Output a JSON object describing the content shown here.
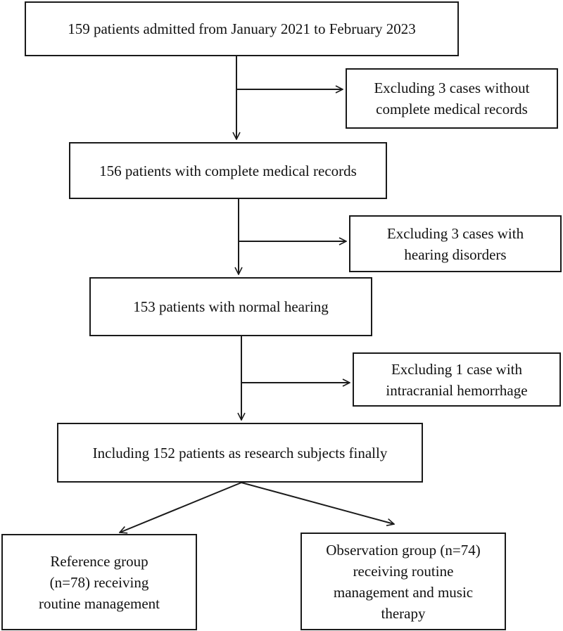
{
  "flowchart": {
    "steps": {
      "admitted": {
        "label": "159 patients admitted from January 2021 to February 2023"
      },
      "complete_records": {
        "label": "156 patients with complete medical records"
      },
      "normal_hearing": {
        "label": "153 patients with normal hearing"
      },
      "included": {
        "label": "Including 152 patients as research subjects finally"
      }
    },
    "exclusions": {
      "incomplete_records": {
        "lines": [
          "Excluding 3 cases without",
          "complete medical records"
        ]
      },
      "hearing_disorders": {
        "lines": [
          "Excluding 3 cases with",
          "hearing disorders"
        ]
      },
      "hemorrhage": {
        "lines": [
          "Excluding 1 case with",
          "intracranial hemorrhage"
        ]
      }
    },
    "groups": {
      "reference": {
        "lines": [
          "Reference group",
          "(n=78) receiving",
          "routine management"
        ]
      },
      "observation": {
        "lines": [
          "Observation group (n=74)",
          "receiving routine",
          "management and music",
          "therapy"
        ]
      }
    }
  }
}
